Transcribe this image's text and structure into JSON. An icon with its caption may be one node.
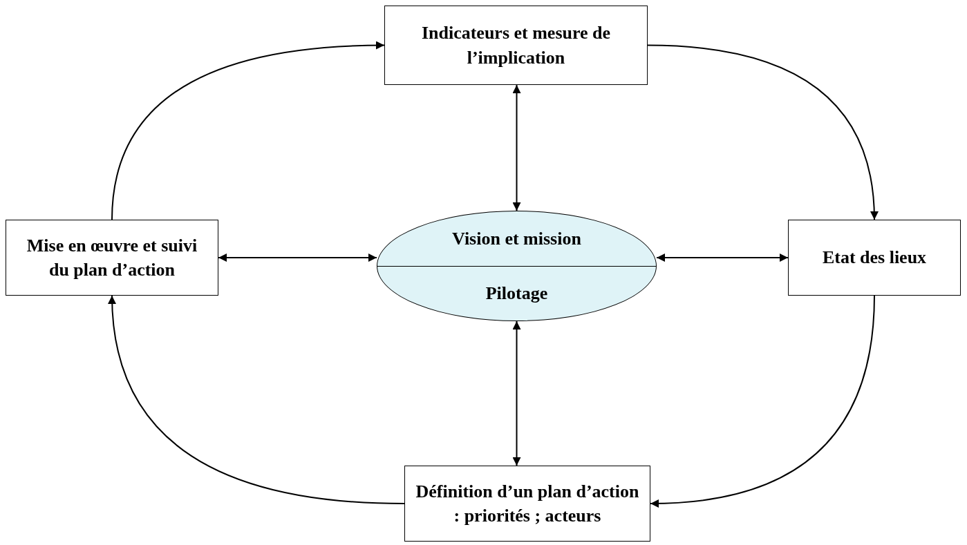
{
  "diagram": {
    "nodes": [
      {
        "text": [
          "Indicateurs et mesure de l’implication"
        ]
      },
      {
        "text": [
          "Mise en œuvre et suivi du plan d’action"
        ]
      },
      {
        "text": [
          "Vision et mission",
          "Pilotage"
        ]
      },
      {
        "text": [
          "Etat des lieux"
        ]
      },
      {
        "text": [
          "Définition d’un plan d’action : priorités ; acteurs"
        ]
      }
    ],
    "edges": [
      {
        "from": 2,
        "to": 0,
        "arrow": "both"
      },
      {
        "from": 2,
        "to": 1,
        "arrow": "both"
      },
      {
        "from": 2,
        "to": 3,
        "arrow": "both"
      },
      {
        "from": 2,
        "to": 4,
        "arrow": "both"
      },
      {
        "from": 1,
        "to": 0,
        "arrow": "to"
      },
      {
        "from": 0,
        "to": 3,
        "arrow": "to"
      },
      {
        "from": 3,
        "to": 4,
        "arrow": "to"
      },
      {
        "from": 4,
        "to": 1,
        "arrow": "to"
      }
    ]
  }
}
